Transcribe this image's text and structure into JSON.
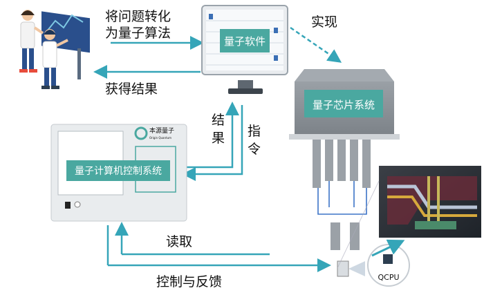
{
  "labels": {
    "convert_line1": "将问题转化",
    "convert_line2": "为量子算法",
    "get_results": "获得结果",
    "implement": "实现",
    "result_char1": "结",
    "result_char2": "果",
    "instruction_char1": "指",
    "instruction_char2": "令",
    "read": "读取",
    "control_feedback": "控制与反馈"
  },
  "boxes": {
    "quantum_software": "量子软件",
    "quantum_chip_system": "量子芯片系统",
    "control_system": "量子计算机控制系统",
    "brand_name": "本源量子",
    "brand_sub": "Origin Quantum",
    "qcpu": "QCPU"
  },
  "colors": {
    "teal": "#4aa8a0",
    "arrow": "#35a5b8",
    "gray": "#8e8e8e"
  }
}
